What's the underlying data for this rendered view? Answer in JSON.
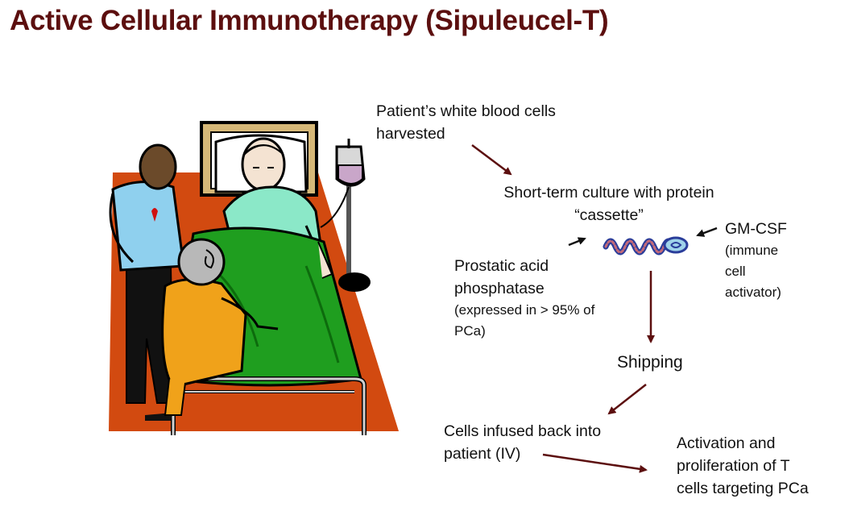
{
  "title": "Active Cellular Immunotherapy (Sipuleucel-T)",
  "steps": {
    "harvest": [
      "Patient’s white blood cells",
      "harvested"
    ],
    "culture": [
      "Short-term culture with protein",
      "“cassette”"
    ],
    "pap": [
      "Prostatic acid",
      "phosphatase"
    ],
    "pap_note": [
      "(expressed in > 95% of",
      "PCa)"
    ],
    "gmcsf": "GM-CSF",
    "gmcsf_note": [
      "(immune",
      "cell",
      "activator)"
    ],
    "shipping": "Shipping",
    "infused": [
      "Cells infused back into",
      "patient (IV)"
    ],
    "activation": [
      "Activation and",
      "proliferation of T",
      "cells targeting PCa"
    ]
  },
  "colors": {
    "title": "#5c0f0f",
    "arrow": "#5c0f0f",
    "bed_cover": "#1f9e1f",
    "floor_rug": "#d24a10",
    "visitor_shirt": "#8fd0ee",
    "patient_gown": "#8be8c8",
    "grandma_dress": "#f0a21a"
  },
  "icons": [
    "hospital-scene-illustration",
    "protein-cassette-icon",
    "iv-bag-icon"
  ]
}
